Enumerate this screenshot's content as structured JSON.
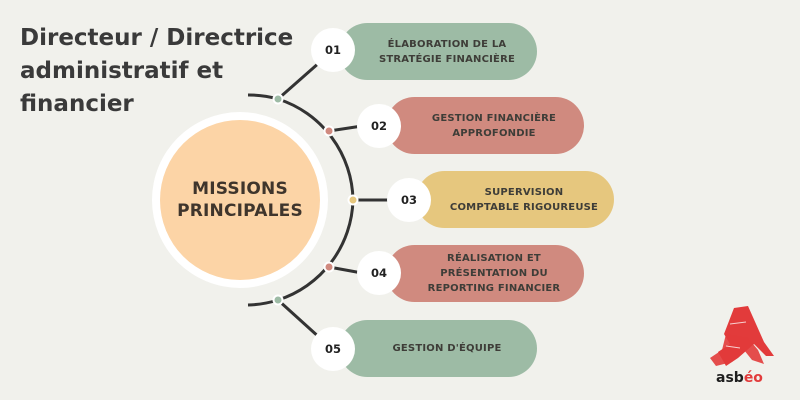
{
  "title": "Directeur / Directrice administratif et financier",
  "hub": {
    "label_line1": "MISSIONS",
    "label_line2": "PRINCIPALES",
    "color": "#fcd4a6"
  },
  "missions": [
    {
      "number": "01",
      "line1": "ÉLABORATION DE LA",
      "line2": "STRATÉGIE FINANCIÈRE",
      "line3": "",
      "color": "#9dbba5"
    },
    {
      "number": "02",
      "line1": "GESTION FINANCIÈRE",
      "line2": "APPROFONDIE",
      "line3": "",
      "color": "#d08a7f"
    },
    {
      "number": "03",
      "line1": "SUPERVISION",
      "line2": "COMPTABLE RIGOUREUSE",
      "line3": "",
      "color": "#e6c77e"
    },
    {
      "number": "04",
      "line1": "RÉALISATION ET",
      "line2": "PRÉSENTATION DU",
      "line3": "REPORTING FINANCIER",
      "color": "#d08a7f"
    },
    {
      "number": "05",
      "line1": "GESTION D'ÉQUIPE",
      "line2": "",
      "line3": "",
      "color": "#9dbba5"
    }
  ],
  "logo": {
    "text_main": "asb",
    "text_accent": "éo",
    "color": "#e23b3b"
  }
}
